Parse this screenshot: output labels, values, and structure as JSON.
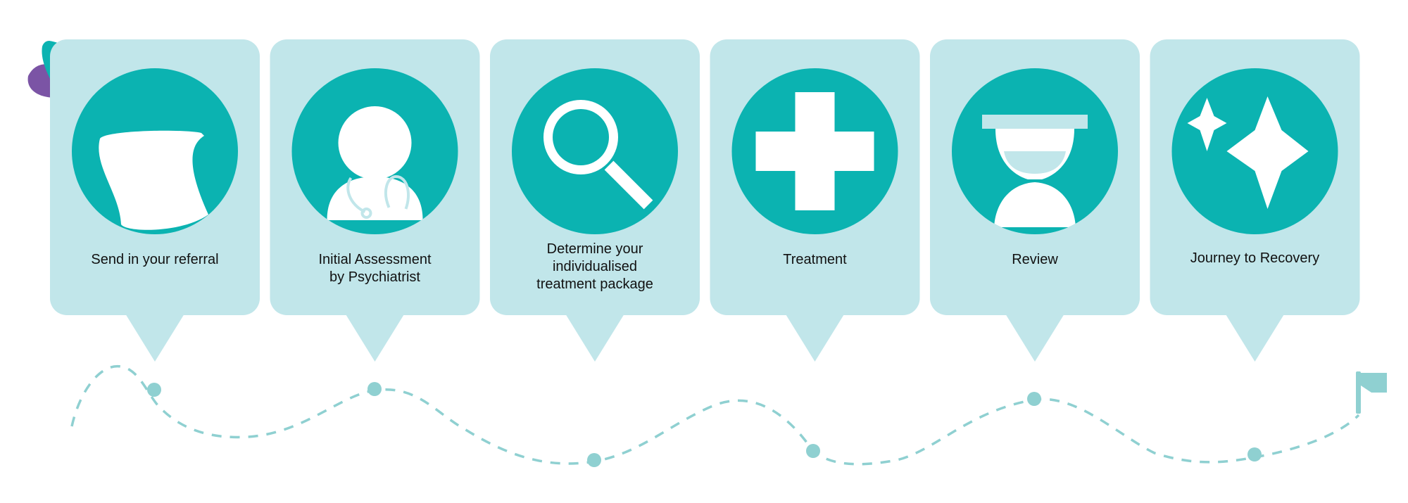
{
  "colors": {
    "card_fill": "#c1e6ea",
    "icon_circle": "#0bb3b1",
    "icon_glyph": "#ffffff",
    "path_dash": "#8fd0d1",
    "path_dot": "#8fd0d1",
    "logo_teal": "#0bb3b1",
    "logo_purple": "#7b54a5",
    "text": "#111111"
  },
  "steps": [
    {
      "label_lines": [
        "Send in your referral"
      ],
      "icon": "hand-paper-icon"
    },
    {
      "label_lines": [
        "Initial Assessment",
        "by Psychiatrist"
      ],
      "icon": "doctor-icon"
    },
    {
      "label_lines": [
        "Determine your",
        "individualised",
        "treatment package"
      ],
      "icon": "magnifier-icon"
    },
    {
      "label_lines": [
        "Treatment"
      ],
      "icon": "medical-cross-icon"
    },
    {
      "label_lines": [
        "Review"
      ],
      "icon": "hourglass-icon"
    },
    {
      "label_lines": [
        "Journey to Recovery"
      ],
      "icon": "sparkle-stars-icon"
    }
  ],
  "journey": {
    "start_marker": "logo-mark-icon",
    "end_marker": "finish-flag-icon"
  }
}
